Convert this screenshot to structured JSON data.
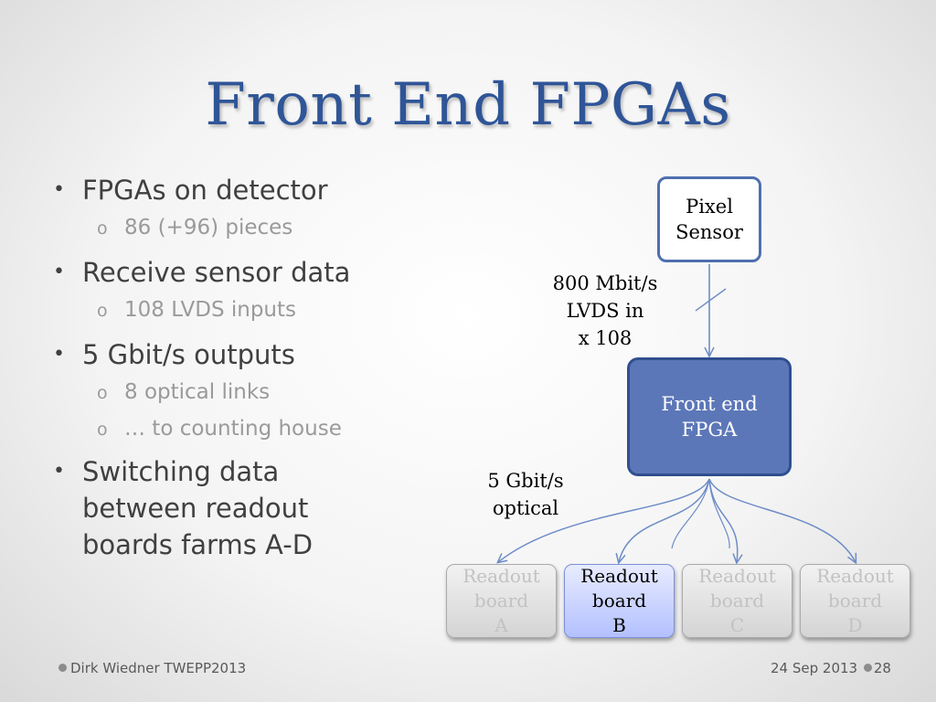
{
  "title": "Front End FPGAs",
  "bullets": [
    {
      "text": "FPGAs on detector",
      "subs": [
        "86 (+96) pieces"
      ]
    },
    {
      "text": "Receive sensor data",
      "subs": [
        "108 LVDS inputs"
      ]
    },
    {
      "text": "5 Gbit/s outputs",
      "subs": [
        "8 optical links",
        "… to counting house"
      ]
    },
    {
      "text": "Switching data between readout boards farms A-D",
      "subs": []
    }
  ],
  "bullet_marker": "•",
  "sub_marker": "o",
  "diagram": {
    "pixel_sensor": {
      "line1": "Pixel",
      "line2": "Sensor"
    },
    "link_label": {
      "line1": "800 Mbit/s",
      "line2": "LVDS in",
      "line3": "x 108"
    },
    "fpga": {
      "line1": "Front end",
      "line2": "FPGA"
    },
    "output_label": {
      "line1": "5 Gbit/s",
      "line2": "optical"
    },
    "readout_boards": [
      {
        "line1": "Readout",
        "line2": "board",
        "line3": "A",
        "active": false
      },
      {
        "line1": "Readout",
        "line2": "board",
        "line3": "B",
        "active": true
      },
      {
        "line1": "Readout",
        "line2": "board",
        "line3": "C",
        "active": false
      },
      {
        "line1": "Readout",
        "line2": "board",
        "line3": "D",
        "active": false
      }
    ]
  },
  "footer": {
    "left": "Dirk Wiedner TWEPP2013",
    "date": "24 Sep 2013",
    "page": "28"
  },
  "colors": {
    "title": "#2f5597",
    "fpga_fill": "#5c77b8",
    "active_board": "#b3c0ff",
    "connector": "#6d8cc7"
  }
}
